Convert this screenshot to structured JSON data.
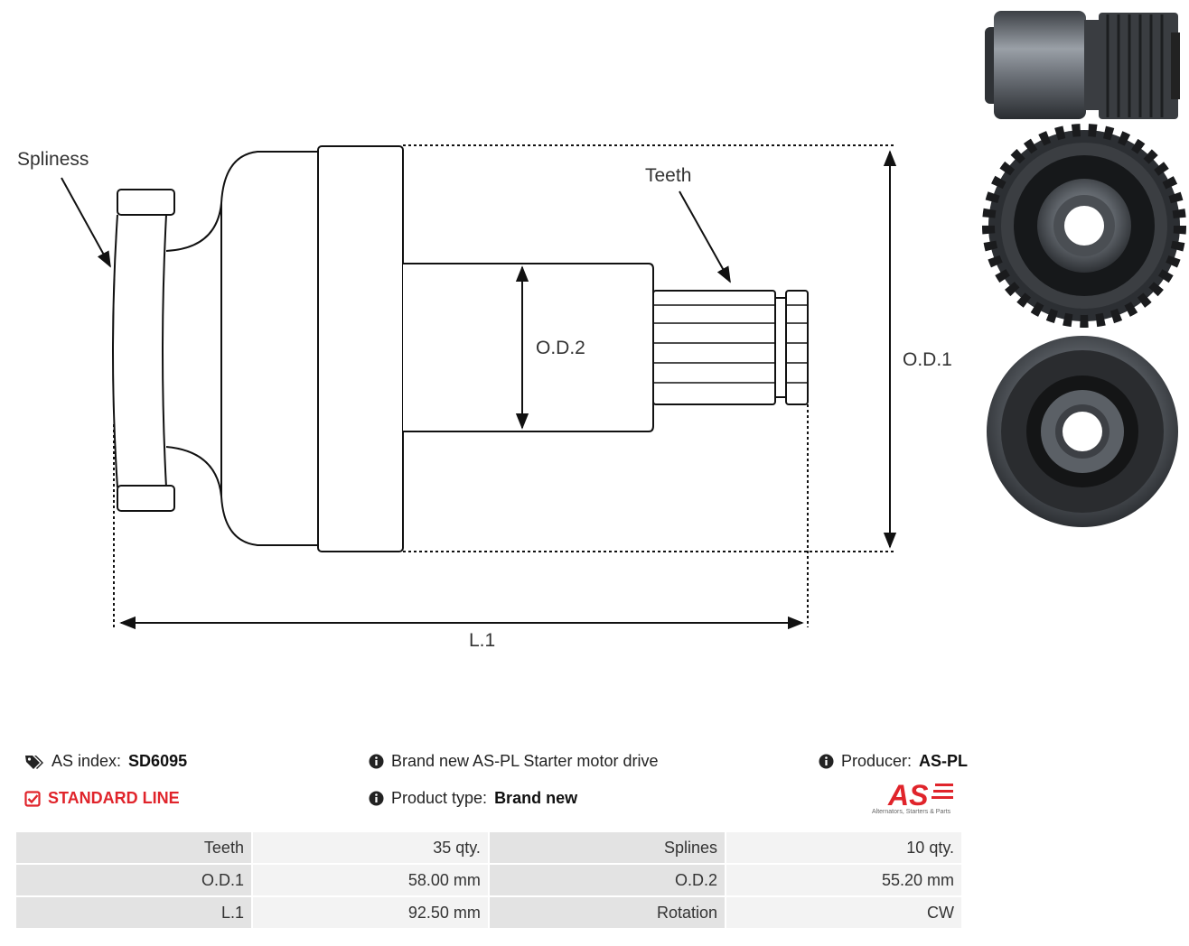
{
  "drawing": {
    "labels": {
      "spliness": "Spliness",
      "teeth": "Teeth",
      "od2": "O.D.2",
      "od1": "O.D.1",
      "l1": "L.1"
    }
  },
  "info": {
    "as_index_label": "AS index:",
    "as_index_value": "SD6095",
    "line": "STANDARD LINE",
    "description": "Brand new AS-PL Starter motor drive",
    "product_type_label": "Product type:",
    "product_type_value": "Brand new",
    "producer_label": "Producer:",
    "producer_value": "AS-PL"
  },
  "logo": {
    "mark": "AS",
    "tagline": "Alternators, Starters & Parts"
  },
  "specs": {
    "rows": [
      {
        "k1": "Teeth",
        "v1": "35 qty.",
        "k2": "Splines",
        "v2": "10 qty."
      },
      {
        "k1": "O.D.1",
        "v1": "58.00 mm",
        "k2": "O.D.2",
        "v2": "55.20 mm"
      },
      {
        "k1": "L.1",
        "v1": "92.50 mm",
        "k2": "Rotation",
        "v2": "CW"
      }
    ]
  },
  "colors": {
    "accent_red": "#e0242b",
    "key_cell": "#e3e3e3",
    "value_cell": "#f3f3f3"
  }
}
